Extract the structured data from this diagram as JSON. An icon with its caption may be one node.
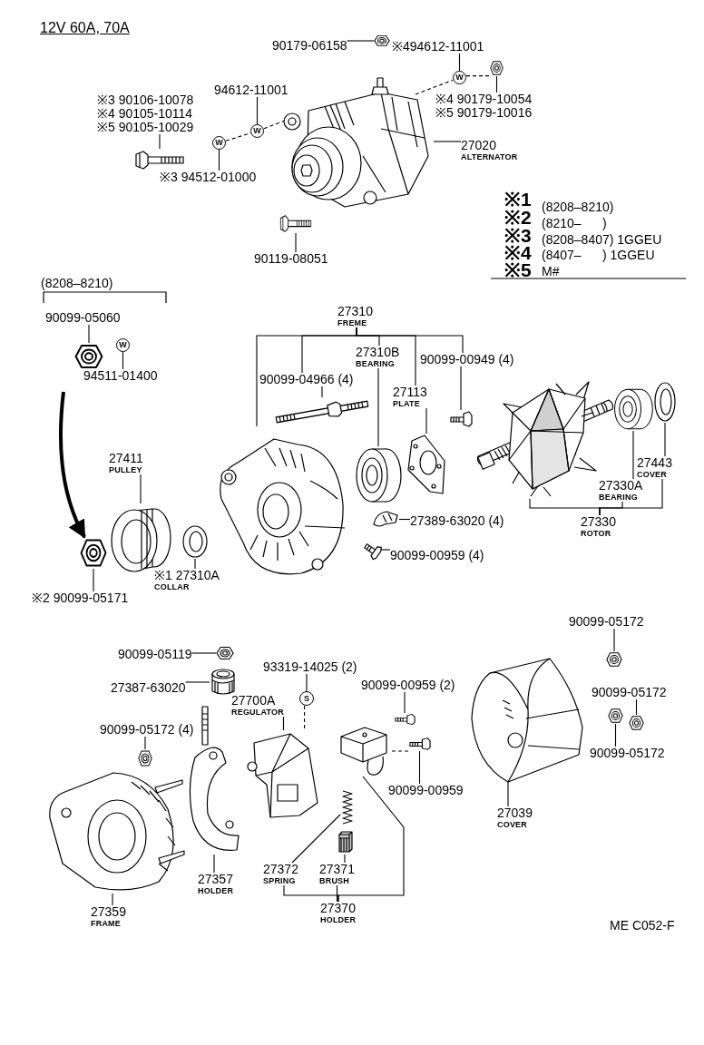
{
  "diagram": {
    "title": "12V 60A, 70A",
    "nodes": [
      {
        "text": [
          "90179-06158"
        ]
      },
      {
        "text": [],
        "shape": "picture"
      },
      {
        "text": [
          "※494612-11001"
        ]
      },
      {
        "text": [
          "W"
        ]
      },
      {
        "text": [],
        "shape": "picture"
      },
      {
        "text": [
          "※4 90179-10054",
          "※5 90179-10016"
        ]
      },
      {
        "text": [
          "94612-11001"
        ]
      },
      {
        "text": [
          "W"
        ]
      },
      {
        "text": [
          "W"
        ]
      },
      {
        "text": [
          "※3 94512-01000"
        ]
      },
      {
        "text": [
          "※3 90106-10078",
          "※4 90105-10114",
          "※5 90105-10029"
        ]
      },
      {
        "text": [],
        "shape": "picture"
      },
      {
        "text": [],
        "shape": "picture"
      },
      {
        "text": [
          "27020",
          "ALTERNATOR"
        ]
      },
      {
        "text": [],
        "shape": "picture"
      },
      {
        "text": [
          "90119-08051"
        ]
      },
      {
        "text": [
          "90099-05060"
        ]
      },
      {
        "text": [],
        "shape": "picture"
      },
      {
        "text": [
          "W"
        ]
      },
      {
        "text": [
          "94511-01400"
        ]
      },
      {
        "text": [
          "27411",
          "PULLEY"
        ]
      },
      {
        "text": [],
        "shape": "picture"
      },
      {
        "text": [],
        "shape": "picture"
      },
      {
        "text": [
          "※2 90099-05171"
        ]
      },
      {
        "text": [],
        "shape": "picture"
      },
      {
        "text": [
          "※1 27310A",
          "COLLAR"
        ]
      },
      {
        "text": [
          "27310",
          "FREME"
        ]
      },
      {
        "text": [],
        "shape": "picture"
      },
      {
        "text": [
          "90099-04966 (4)"
        ]
      },
      {
        "text": [],
        "shape": "picture"
      },
      {
        "text": [
          "27310B",
          "BEARING"
        ]
      },
      {
        "text": [],
        "shape": "picture"
      },
      {
        "text": [
          "27113",
          "PLATE"
        ]
      },
      {
        "text": [],
        "shape": "picture"
      },
      {
        "text": [
          "90099-00949 (4)"
        ]
      },
      {
        "text": [],
        "shape": "picture"
      },
      {
        "text": [],
        "shape": "picture"
      },
      {
        "text": [],
        "shape": "picture"
      },
      {
        "text": [],
        "shape": "picture"
      },
      {
        "text": [
          "27443",
          "COVER"
        ]
      },
      {
        "text": [
          "27330A",
          "BEARING"
        ]
      },
      {
        "text": [
          "27330",
          "ROTOR"
        ]
      },
      {
        "text": [],
        "shape": "picture"
      },
      {
        "text": [
          "27389-63020 (4)"
        ]
      },
      {
        "text": [],
        "shape": "picture"
      },
      {
        "text": [
          "90099-00959 (4)"
        ]
      },
      {
        "text": [
          "90099-05119"
        ]
      },
      {
        "text": [],
        "shape": "picture"
      },
      {
        "text": [
          "27387-63020"
        ]
      },
      {
        "text": [],
        "shape": "picture"
      },
      {
        "text": [
          "93319-14025 (2)"
        ]
      },
      {
        "text": [
          "S"
        ]
      },
      {
        "text": [
          "27700A",
          "REGULATOR"
        ]
      },
      {
        "text": [],
        "shape": "picture"
      },
      {
        "text": [
          "90099-05172 (4)"
        ]
      },
      {
        "text": [],
        "shape": "picture"
      },
      {
        "text": [],
        "shape": "picture"
      },
      {
        "text": [
          "27359",
          "FRAME"
        ]
      },
      {
        "text": [],
        "shape": "picture"
      },
      {
        "text": [
          "27357",
          "HOLDER"
        ]
      },
      {
        "text": [
          "90099-00959 (2)"
        ]
      },
      {
        "text": [],
        "shape": "picture"
      },
      {
        "text": [],
        "shape": "picture"
      },
      {
        "text": [],
        "shape": "picture"
      },
      {
        "text": [
          "90099-00959"
        ]
      },
      {
        "text": [],
        "shape": "picture"
      },
      {
        "text": [],
        "shape": "picture"
      },
      {
        "text": [
          "27372",
          "SPRING"
        ]
      },
      {
        "text": [
          "27371",
          "BRUSH"
        ]
      },
      {
        "text": [
          "27370",
          "HOLDER"
        ]
      },
      {
        "text": [],
        "shape": "picture"
      },
      {
        "text": [
          "27039",
          "COVER"
        ]
      },
      {
        "text": [
          "90099-05172"
        ]
      },
      {
        "text": [],
        "shape": "picture"
      },
      {
        "text": [
          "90099-05172"
        ]
      },
      {
        "text": [],
        "shape": "picture"
      },
      {
        "text": [],
        "shape": "picture"
      },
      {
        "text": [
          "90099-05172"
        ]
      }
    ],
    "edges": [
      {
        "from": 0,
        "to": 1,
        "arrow": "none"
      },
      {
        "from": 2,
        "to": 3,
        "arrow": "none"
      },
      {
        "from": 5,
        "to": 4,
        "arrow": "none"
      },
      {
        "from": 6,
        "to": 7,
        "arrow": "none"
      },
      {
        "from": 9,
        "to": 8,
        "arrow": "none"
      },
      {
        "from": 10,
        "to": 11,
        "arrow": "none"
      },
      {
        "from": 8,
        "to": 7,
        "arrow": "none",
        "style": "dashed"
      },
      {
        "from": 7,
        "to": 12,
        "arrow": "none",
        "style": "dashed"
      },
      {
        "from": 12,
        "to": 3,
        "arrow": "none",
        "style": "dashed"
      },
      {
        "from": 3,
        "to": 4,
        "arrow": "none",
        "style": "dashed"
      },
      {
        "from": 13,
        "to": 12,
        "arrow": "none"
      },
      {
        "from": 15,
        "to": 14,
        "arrow": "none"
      },
      {
        "from": 16,
        "to": 17,
        "arrow": "none"
      },
      {
        "from": 19,
        "to": 18,
        "arrow": "none"
      },
      {
        "from": null,
        "to": 22,
        "arrow": "to",
        "style": "thick"
      },
      {
        "from": 20,
        "to": 21,
        "arrow": "none"
      },
      {
        "from": 23,
        "to": 22,
        "arrow": "none"
      },
      {
        "from": 25,
        "to": 24,
        "arrow": "none"
      },
      {
        "from": 26,
        "to": 27,
        "arrow": "none"
      },
      {
        "from": 26,
        "to": 28,
        "arrow": "none"
      },
      {
        "from": 28,
        "to": 29,
        "arrow": "none"
      },
      {
        "from": 26,
        "to": 30,
        "arrow": "none"
      },
      {
        "from": 30,
        "to": 31,
        "arrow": "none"
      },
      {
        "from": 26,
        "to": 32,
        "arrow": "none"
      },
      {
        "from": 32,
        "to": 33,
        "arrow": "none"
      },
      {
        "from": 26,
        "to": 34,
        "arrow": "none"
      },
      {
        "from": 34,
        "to": 35,
        "arrow": "none"
      },
      {
        "from": 39,
        "to": 38,
        "arrow": "none"
      },
      {
        "from": 40,
        "to": 37,
        "arrow": "none"
      },
      {
        "from": 41,
        "to": 36,
        "arrow": "none"
      },
      {
        "from": 41,
        "to": 40,
        "arrow": "none"
      },
      {
        "from": 41,
        "to": 39,
        "arrow": "none"
      },
      {
        "from": 43,
        "to": 42,
        "arrow": "none"
      },
      {
        "from": 45,
        "to": 44,
        "arrow": "none"
      },
      {
        "from": 46,
        "to": 47,
        "arrow": "none"
      },
      {
        "from": 48,
        "to": 49,
        "arrow": "none"
      },
      {
        "from": 50,
        "to": 51,
        "arrow": "none"
      },
      {
        "from": 51,
        "to": 53,
        "arrow": "none",
        "style": "dashed"
      },
      {
        "from": 52,
        "to": 53,
        "arrow": "none"
      },
      {
        "from": 54,
        "to": 55,
        "arrow": "none"
      },
      {
        "from": 57,
        "to": 56,
        "arrow": "none"
      },
      {
        "from": 59,
        "to": 58,
        "arrow": "none"
      },
      {
        "from": 60,
        "to": 61,
        "arrow": "none"
      },
      {
        "from": 64,
        "to": 63,
        "arrow": "none"
      },
      {
        "from": 63,
        "to": 62,
        "arrow": "none",
        "style": "dashed"
      },
      {
        "from": 69,
        "to": 67,
        "arrow": "none"
      },
      {
        "from": 67,
        "to": 65,
        "arrow": "none"
      },
      {
        "from": 69,
        "to": 68,
        "arrow": "none"
      },
      {
        "from": 68,
        "to": 66,
        "arrow": "none"
      },
      {
        "from": 69,
        "to": 62,
        "arrow": "none"
      },
      {
        "from": 71,
        "to": 70,
        "arrow": "none"
      },
      {
        "from": 72,
        "to": 73,
        "arrow": "none"
      },
      {
        "from": 74,
        "to": 75,
        "arrow": "none"
      },
      {
        "from": 77,
        "to": 76,
        "arrow": "none"
      }
    ],
    "labels": [
      "※1",
      "(8208–8210)",
      "※2",
      "(8210–      )",
      "※3",
      "(8208–8407) 1GGEU",
      "※4",
      "(8407–      ) 1GGEU",
      "※5",
      "M#",
      "(8208–8210)",
      "ME C052-F"
    ]
  }
}
